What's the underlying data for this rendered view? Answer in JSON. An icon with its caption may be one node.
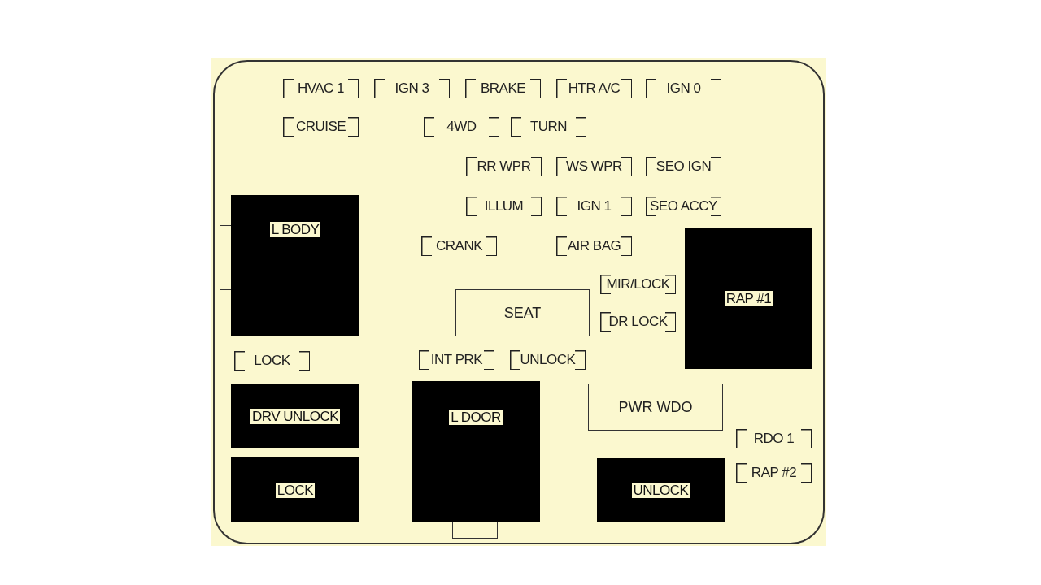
{
  "diagram": {
    "nodes": [
      {
        "text": [
          "HVAC 1"
        ]
      },
      {
        "text": [
          "IGN 3"
        ]
      },
      {
        "text": [
          "BRAKE"
        ]
      },
      {
        "text": [
          "HTR A/C"
        ]
      },
      {
        "text": [
          "IGN 0"
        ]
      },
      {
        "text": [
          "CRUISE"
        ]
      },
      {
        "text": [
          "4WD"
        ]
      },
      {
        "text": [
          "TURN"
        ]
      },
      {
        "text": [
          "RR WPR"
        ]
      },
      {
        "text": [
          "WS WPR"
        ]
      },
      {
        "text": [
          "SEO IGN"
        ]
      },
      {
        "text": [
          "L BODY"
        ]
      },
      {
        "text": [
          "ILLUM"
        ]
      },
      {
        "text": [
          "IGN 1"
        ]
      },
      {
        "text": [
          "SEO ACCY"
        ]
      },
      {
        "text": [
          "CRANK"
        ]
      },
      {
        "text": [
          "AIR BAG"
        ]
      },
      {
        "text": [
          "RAP #1"
        ]
      },
      {
        "text": [
          "MIR/LOCK"
        ]
      },
      {
        "text": [
          "SEAT"
        ]
      },
      {
        "text": [
          "DR LOCK"
        ]
      },
      {
        "text": [
          "LOCK"
        ]
      },
      {
        "text": [
          "INT PRK"
        ]
      },
      {
        "text": [
          "UNLOCK"
        ]
      },
      {
        "text": [
          "DRV UNLOCK"
        ]
      },
      {
        "text": [
          "L DOOR"
        ]
      },
      {
        "text": [
          "PWR WDO"
        ]
      },
      {
        "text": [
          "RDO 1"
        ]
      },
      {
        "text": [
          "RAP #2"
        ]
      },
      {
        "text": [
          "LOCK"
        ]
      },
      {
        "text": [
          "UNLOCK"
        ]
      }
    ]
  }
}
